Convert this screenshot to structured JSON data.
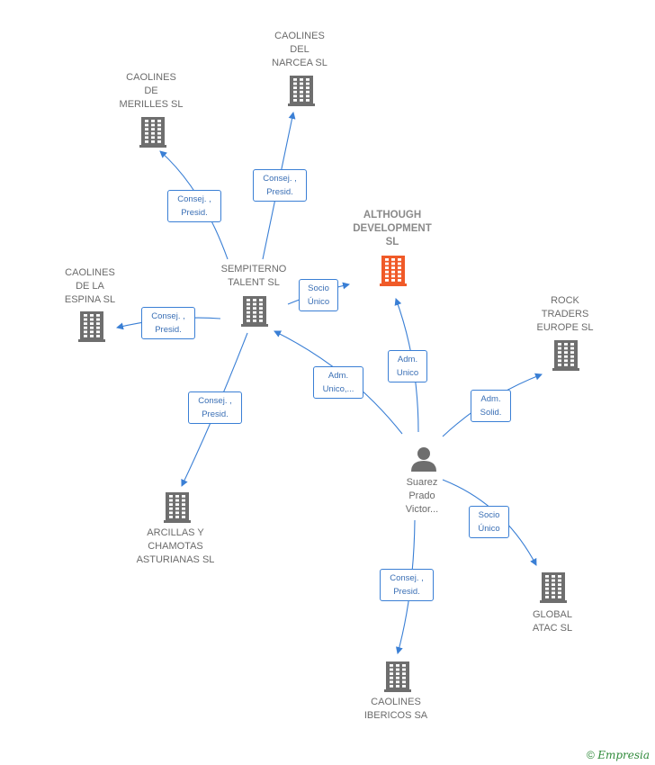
{
  "nodes": {
    "caolines_narcea": "CAOLINES\nDEL\nNARCEA SL",
    "caolines_merilles": "CAOLINES\nDE\nMERILLES SL",
    "although": "ALTHOUGH\nDEVELOPMENT\nSL",
    "caolines_espina": "CAOLINES\nDE LA\nESPINA SL",
    "sempiterno": "SEMPITERNO\nTALENT  SL",
    "rock_traders": "ROCK\nTRADERS\nEUROPE  SL",
    "suarez": "Suarez\nPrado\nVictor...",
    "arcillas": "ARCILLAS Y\nCHAMOTAS\nASTURIANAS SL",
    "global_atac": "GLOBAL\nATAC  SL",
    "caolines_ibericos": "CAOLINES\nIBERICOS SA"
  },
  "edges": {
    "sempiterno_merilles": "Consej. ,\nPresid.",
    "sempiterno_narcea": "Consej. ,\nPresid.",
    "sempiterno_although": "Socio\nÚnico",
    "sempiterno_espina": "Consej. ,\nPresid.",
    "sempiterno_arcillas": "Consej. ,\nPresid.",
    "suarez_sempiterno": "Adm.\nUnico,...",
    "suarez_although": "Adm.\nUnico",
    "suarez_rock": "Adm.\nSolid.",
    "suarez_global": "Socio\nÚnico",
    "suarez_ibericos": "Consej. ,\nPresid."
  },
  "footer": {
    "copyright": "©",
    "brand": "Empresia"
  },
  "colors": {
    "edge": "#3a7fd5",
    "building": "#6e6e6e",
    "highlight": "#f05a28"
  },
  "icons": {
    "company": "building-icon",
    "person": "person-icon"
  }
}
